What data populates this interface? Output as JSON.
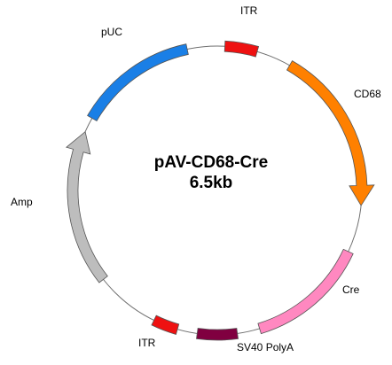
{
  "plasmid": {
    "name": "pAV-CD68-Cre",
    "size": "6.5kb"
  },
  "features": [
    {
      "id": "puc",
      "label": "pUC",
      "shape": "block",
      "start_deg": 300,
      "end_deg": 348,
      "color": "#1a7fe6"
    },
    {
      "id": "itr1",
      "label": "ITR",
      "shape": "block",
      "start_deg": 3,
      "end_deg": 16,
      "color": "#ee1111"
    },
    {
      "id": "cd68",
      "label": "CD68",
      "shape": "arrow",
      "direction": "cw",
      "start_deg": 30,
      "end_deg": 96,
      "color": "#ff8000"
    },
    {
      "id": "cre",
      "label": "Cre",
      "shape": "block",
      "start_deg": 115,
      "end_deg": 163,
      "color": "#ff88c0"
    },
    {
      "id": "sv40",
      "label": "SV40 PolyA",
      "shape": "block",
      "start_deg": 172,
      "end_deg": 188,
      "color": "#800040"
    },
    {
      "id": "itr2",
      "label": "ITR",
      "shape": "block",
      "start_deg": 196,
      "end_deg": 206,
      "color": "#ee1111"
    },
    {
      "id": "amp",
      "label": "Amp",
      "shape": "arrow",
      "direction": "ccw",
      "start_deg": 232,
      "end_deg": 294,
      "color": "#bdbdbd"
    }
  ]
}
